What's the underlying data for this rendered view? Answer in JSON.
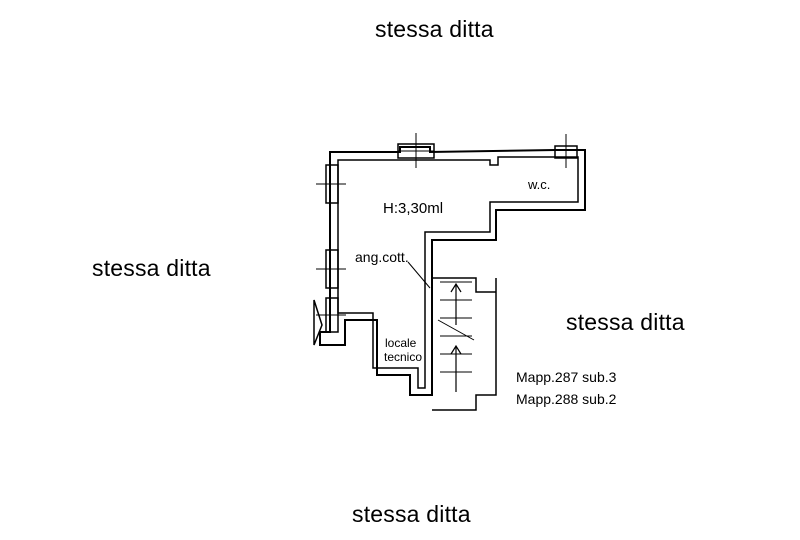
{
  "neighbors": {
    "top": "stessa ditta",
    "left": "stessa ditta",
    "right": "stessa ditta",
    "bottom": "stessa ditta"
  },
  "rooms": {
    "height_label": "H:3,30ml",
    "wc": "w.c.",
    "kitchen": "ang.cott.",
    "technical_line1": "locale",
    "technical_line2": "tecnico"
  },
  "cadastral": {
    "line1": "Mapp.287 sub.3",
    "line2": "Mapp.288 sub.2"
  },
  "colors": {
    "ink": "#000000",
    "paper": "#ffffff"
  }
}
